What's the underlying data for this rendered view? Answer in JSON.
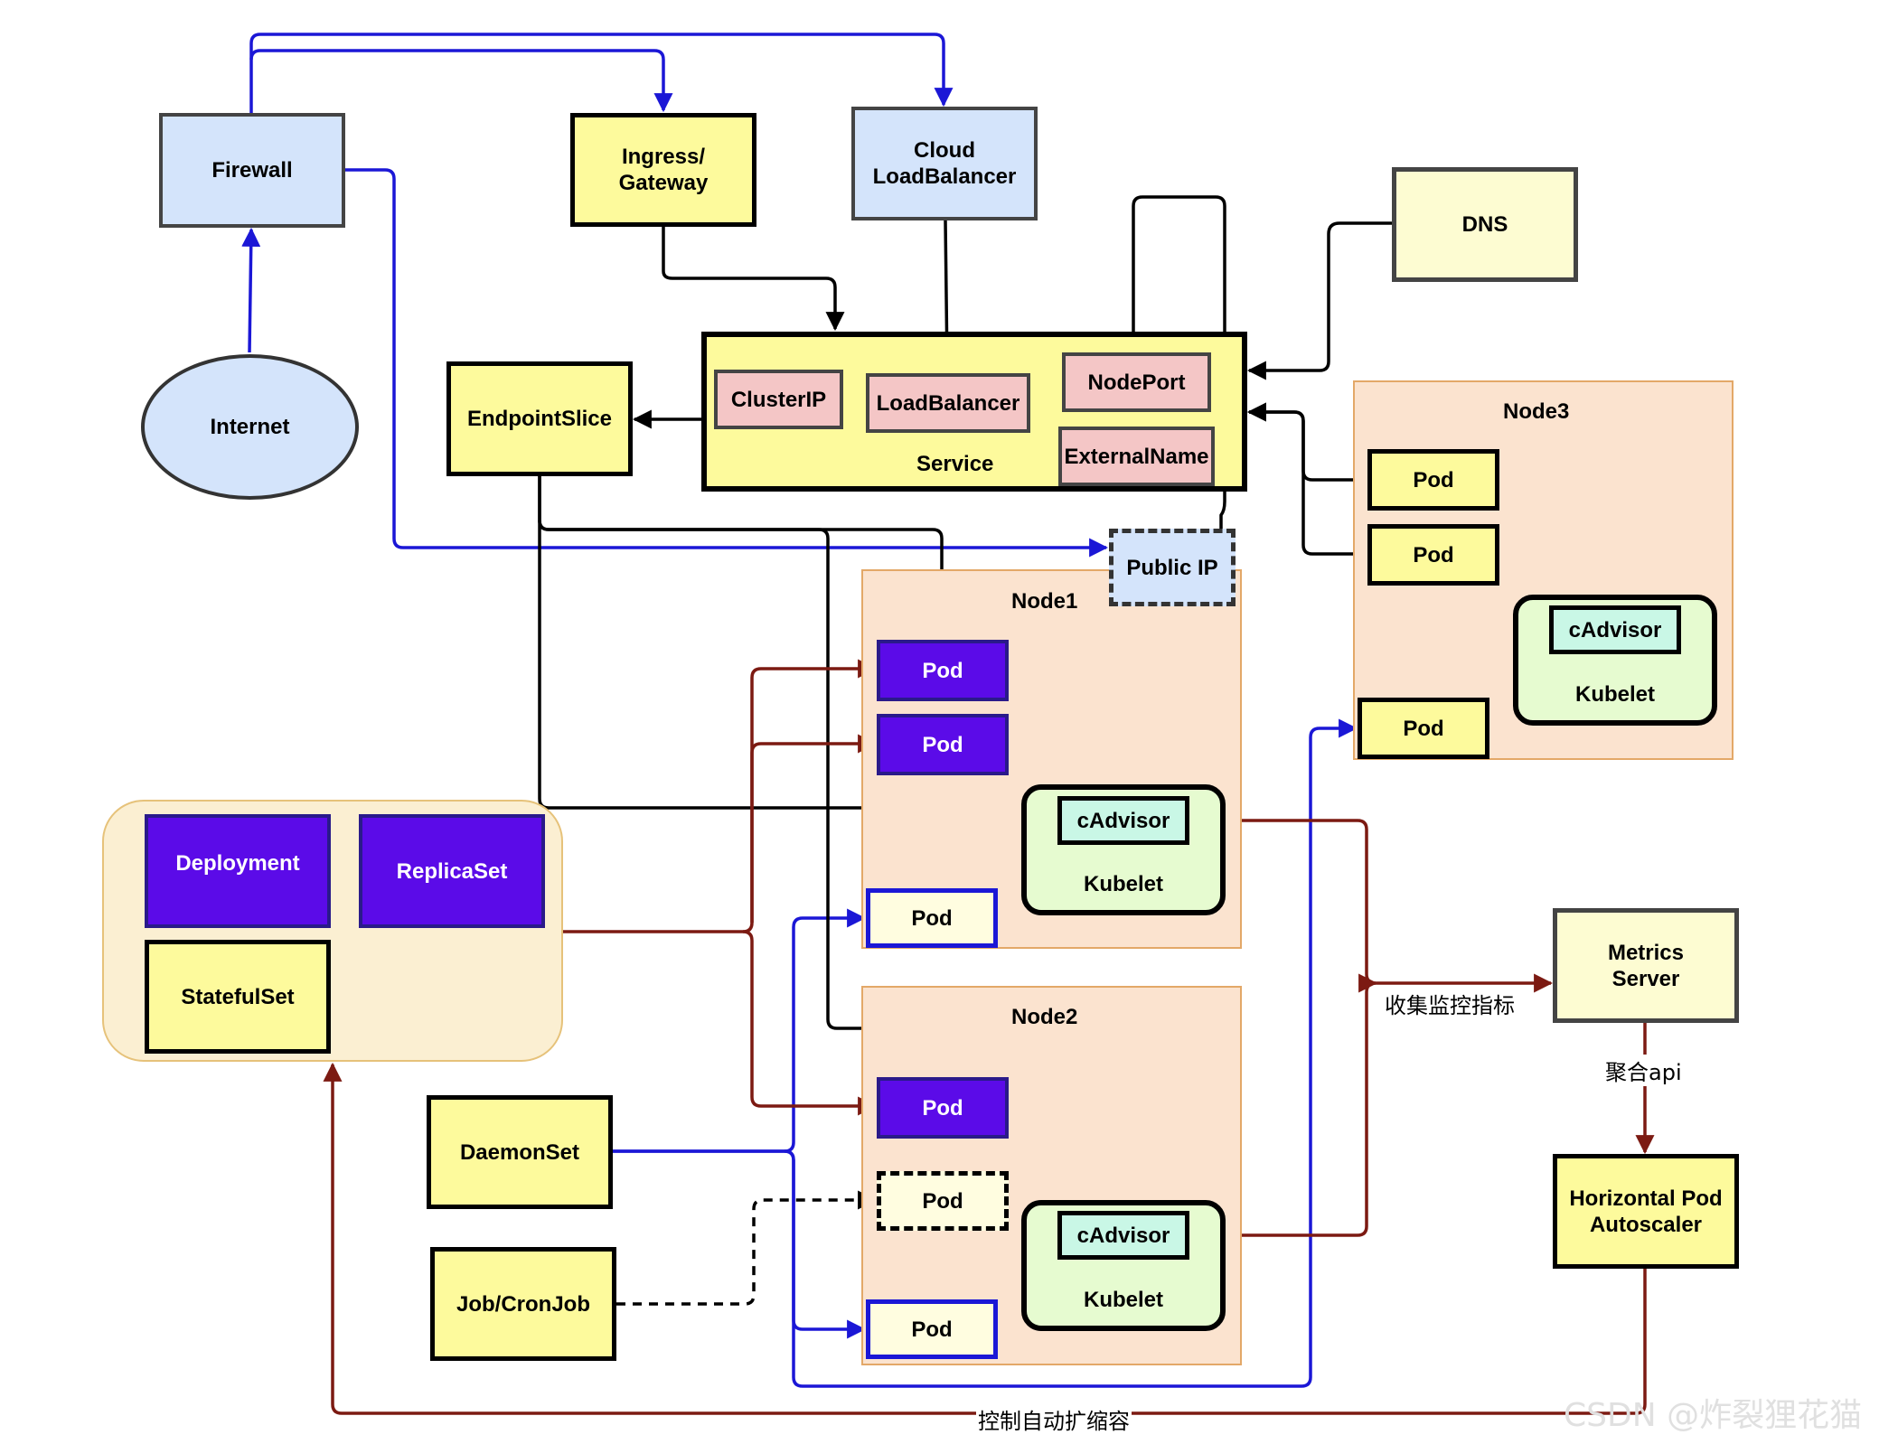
{
  "nodes": {
    "firewall": "Firewall",
    "internet": "Internet",
    "ingress": "Ingress/\nGateway",
    "cloud_lb": "Cloud\nLoadBalancer",
    "dns": "DNS",
    "endpoint_slice": "EndpointSlice",
    "service": {
      "label": "Service",
      "cluster_ip": "ClusterIP",
      "load_balancer": "LoadBalancer",
      "node_port": "NodePort",
      "external_name": "ExternalName"
    },
    "public_ip": "Public IP",
    "node1": {
      "title": "Node1",
      "pod_a": "Pod",
      "pod_b": "Pod",
      "pod_daemon": "Pod",
      "cadvisor": "cAdvisor",
      "kubelet": "Kubelet"
    },
    "node2": {
      "title": "Node2",
      "pod_a": "Pod",
      "pod_job": "Pod",
      "pod_daemon": "Pod",
      "cadvisor": "cAdvisor",
      "kubelet": "Kubelet"
    },
    "node3": {
      "title": "Node3",
      "pod_a": "Pod",
      "pod_b": "Pod",
      "pod_daemon": "Pod",
      "cadvisor": "cAdvisor",
      "kubelet": "Kubelet"
    },
    "workloads": {
      "deployment": "Deployment",
      "replicaset": "ReplicaSet",
      "statefulset": "StatefulSet"
    },
    "daemonset": "DaemonSet",
    "job": "Job/CronJob",
    "metrics_server": "Metrics\nServer",
    "hpa": "Horizontal Pod\nAutoscaler"
  },
  "edge_labels": {
    "collect": "收集监控指标",
    "aggregate": "聚合api",
    "autoscale": "控制自动扩缩容"
  },
  "watermark": "CSDN @炸裂狸花猫",
  "colors": {
    "blue_edge": "#1b17d6",
    "black_edge": "#000000",
    "red_edge": "#7c1a12",
    "pod_purple": "#5b0be8",
    "yellow": "#fdfa9c",
    "light_blue": "#d4e4fb",
    "pink": "#f4c6c6",
    "node_bg": "#fbe3cf"
  }
}
